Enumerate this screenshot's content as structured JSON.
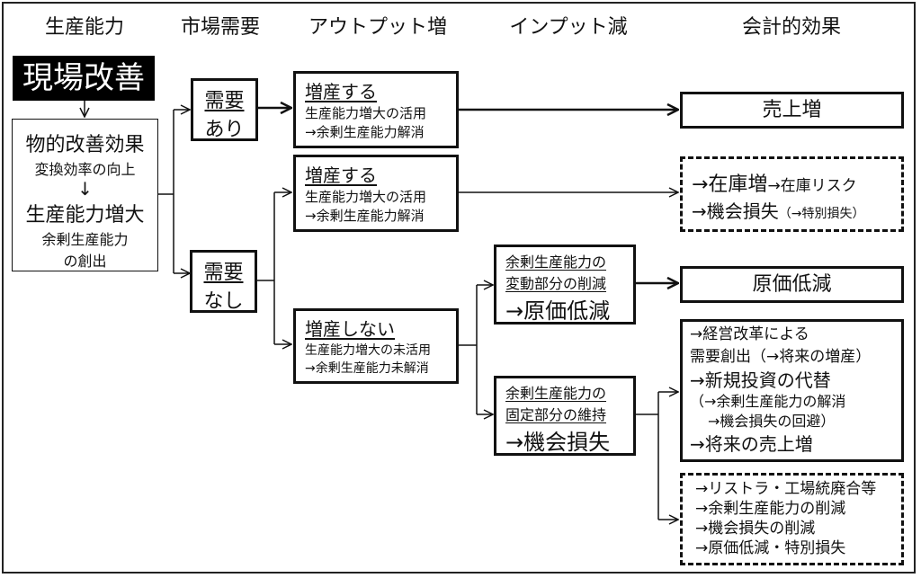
{
  "headers": [
    "生産能力",
    "市場需要",
    "アウトプット増",
    "インプット減",
    "会計的効果"
  ],
  "start": {
    "title": "現場改善"
  },
  "capacity": {
    "line1": "物的改善効果",
    "line2": "変換効率の向上",
    "arrow": "↓",
    "line3": "生産能力増大",
    "line4": "余剰生産能力",
    "line5": "の創出"
  },
  "demand_yes": {
    "line1": "需要",
    "line2": "あり"
  },
  "demand_no": {
    "line1": "需要",
    "line2": "なし"
  },
  "increase1": {
    "title": "増産する",
    "line1": "生産能力増大の活用",
    "line2": "→余剰生産能力解消"
  },
  "increase2": {
    "title": "増産する",
    "line1": "生産能力増大の活用",
    "line2": "→余剰生産能力解消"
  },
  "no_increase": {
    "title": "増産しない",
    "line1": "生産能力増大の未活用",
    "line2": "→余剰生産能力未解消"
  },
  "variable_cut": {
    "line1": "余剰生産能力の",
    "line2": "変動部分の削減",
    "line3": "→原価低減"
  },
  "fixed_keep": {
    "line1": "余剰生産能力の",
    "line2": "固定部分の維持",
    "line3": "→機会損失"
  },
  "effects": {
    "sales_up": "売上増",
    "inventory": {
      "big": "→在庫増",
      "small": "→在庫リスク",
      "line2a": "→機会損失",
      "line2b": "（→特別損失）"
    },
    "cost_down": "原価低減",
    "reform": {
      "lines": [
        "→経営改革による",
        "需要創出（→将来の増産）",
        "→新規投資の代替",
        "（→余剰生産能力の解消",
        "→機会損失の回避）",
        "→将来の売上増"
      ]
    },
    "restructure": {
      "lines": [
        "→リストラ・工場統廃合等",
        "→余剰生産能力の削減",
        "→機会損失の削減",
        "→原価低減・特別損失"
      ]
    }
  }
}
